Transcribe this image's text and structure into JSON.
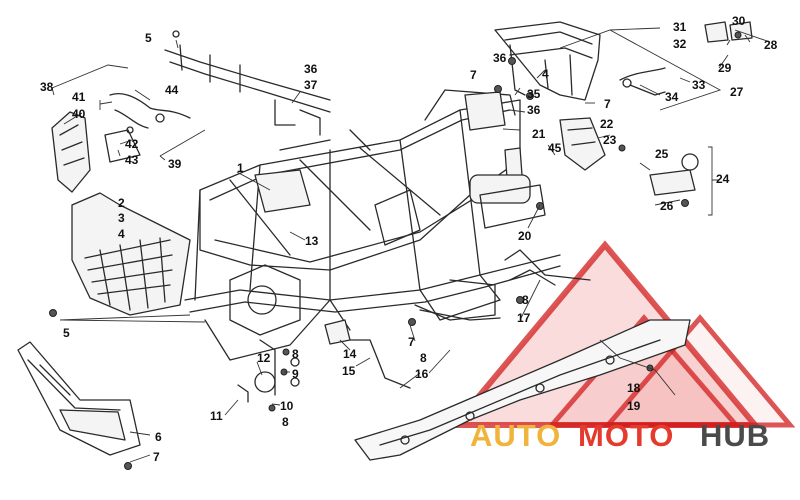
{
  "callouts": [
    {
      "id": "c1",
      "text": "1"
    },
    {
      "id": "c2",
      "text": "2"
    },
    {
      "id": "c3",
      "text": "3"
    },
    {
      "id": "c4a",
      "text": "4"
    },
    {
      "id": "c4b",
      "text": "4"
    },
    {
      "id": "c5a",
      "text": "5"
    },
    {
      "id": "c5b",
      "text": "5"
    },
    {
      "id": "c6",
      "text": "6"
    },
    {
      "id": "c7a",
      "text": "7"
    },
    {
      "id": "c7b",
      "text": "7"
    },
    {
      "id": "c7c",
      "text": "7"
    },
    {
      "id": "c7d",
      "text": "7"
    },
    {
      "id": "c8a",
      "text": "8"
    },
    {
      "id": "c8b",
      "text": "8"
    },
    {
      "id": "c8c",
      "text": "8"
    },
    {
      "id": "c8d",
      "text": "8"
    },
    {
      "id": "c9",
      "text": "9"
    },
    {
      "id": "c10",
      "text": "10"
    },
    {
      "id": "c11",
      "text": "11"
    },
    {
      "id": "c12",
      "text": "12"
    },
    {
      "id": "c13",
      "text": "13"
    },
    {
      "id": "c14",
      "text": "14"
    },
    {
      "id": "c15",
      "text": "15"
    },
    {
      "id": "c16",
      "text": "16"
    },
    {
      "id": "c17",
      "text": "17"
    },
    {
      "id": "c18",
      "text": "18"
    },
    {
      "id": "c19",
      "text": "19"
    },
    {
      "id": "c20",
      "text": "20"
    },
    {
      "id": "c21",
      "text": "21"
    },
    {
      "id": "c22",
      "text": "22"
    },
    {
      "id": "c23",
      "text": "23"
    },
    {
      "id": "c24",
      "text": "24"
    },
    {
      "id": "c25",
      "text": "25"
    },
    {
      "id": "c26",
      "text": "26"
    },
    {
      "id": "c27",
      "text": "27"
    },
    {
      "id": "c28",
      "text": "28"
    },
    {
      "id": "c29",
      "text": "29"
    },
    {
      "id": "c30",
      "text": "30"
    },
    {
      "id": "c31",
      "text": "31"
    },
    {
      "id": "c32",
      "text": "32"
    },
    {
      "id": "c33",
      "text": "33"
    },
    {
      "id": "c34",
      "text": "34"
    },
    {
      "id": "c35",
      "text": "35"
    },
    {
      "id": "c36a",
      "text": "36"
    },
    {
      "id": "c36b",
      "text": "36"
    },
    {
      "id": "c36c",
      "text": "36"
    },
    {
      "id": "c37",
      "text": "37"
    },
    {
      "id": "c38",
      "text": "38"
    },
    {
      "id": "c39",
      "text": "39"
    },
    {
      "id": "c40",
      "text": "40"
    },
    {
      "id": "c41",
      "text": "41"
    },
    {
      "id": "c42",
      "text": "42"
    },
    {
      "id": "c43",
      "text": "43"
    },
    {
      "id": "c44",
      "text": "44"
    },
    {
      "id": "c45",
      "text": "45"
    }
  ],
  "watermark": {
    "word_auto": "AUTO",
    "word_moto": "MOTO",
    "word_hub": "HUB",
    "colors": {
      "auto": "#f0b43c",
      "moto": "#e53a2e",
      "hub": "#4a4a4a",
      "logo": "#d9332b"
    }
  }
}
